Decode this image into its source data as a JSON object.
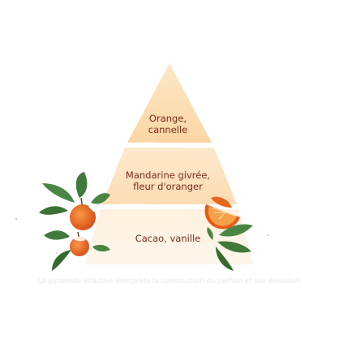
{
  "pyramid": {
    "tiers": [
      {
        "label": "Orange,\ncannelle"
      },
      {
        "label": "Mandarine givrée,\nfleur d'oranger"
      },
      {
        "label": "Cacao, vanille"
      }
    ]
  },
  "caption": "La pyramide olfactive interprète la construction du parfum et son évolution",
  "colors": {
    "tier_top": "#fbd9a8",
    "tier_middle": "#fde3bf",
    "tier_bottom": "#fef0dc",
    "label_text": "#7a2a1c",
    "leaf": "#3f7a3a",
    "orange": "#e8651c"
  },
  "decorations": {
    "left": "frosted-mandarins-with-leaves",
    "right": "orange-slice-with-leaves"
  }
}
